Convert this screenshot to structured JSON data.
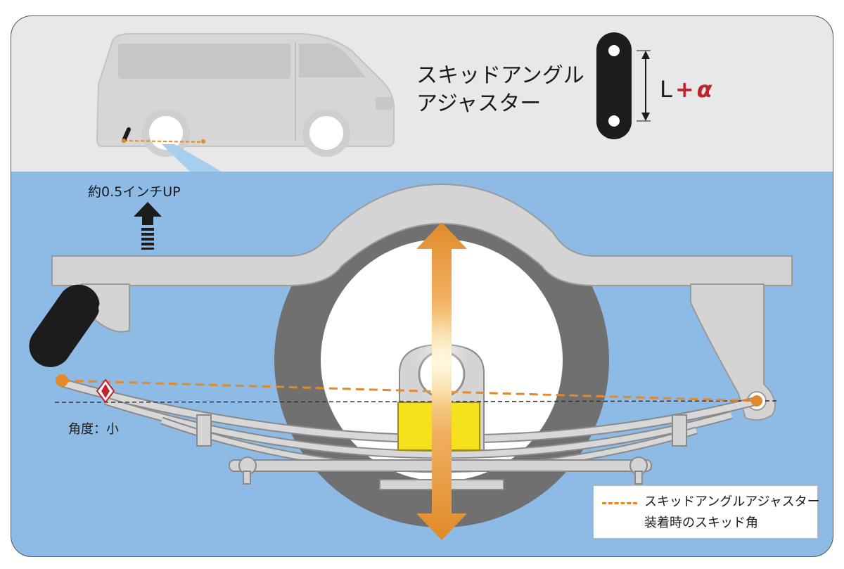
{
  "title": {
    "line1": "スキッドアングル",
    "line2": "アジャスター"
  },
  "shackle_label": {
    "base": "L",
    "plus": "+",
    "alpha": "α"
  },
  "lift_label": "約0.5インチUP",
  "angle_label": "角度：小",
  "legend": {
    "line1": "スキッドアングルアジャスター",
    "line2": "装着時のスキッド角"
  },
  "colors": {
    "sky_blue": "#8dbbe6",
    "top_gray": "#e8e8e8",
    "frame_gray": "#d4d4d4",
    "tire_dark": "#707070",
    "orange": "#e08a2a",
    "accent_red": "#c0252b",
    "shackle_black": "#1c1c1c"
  }
}
